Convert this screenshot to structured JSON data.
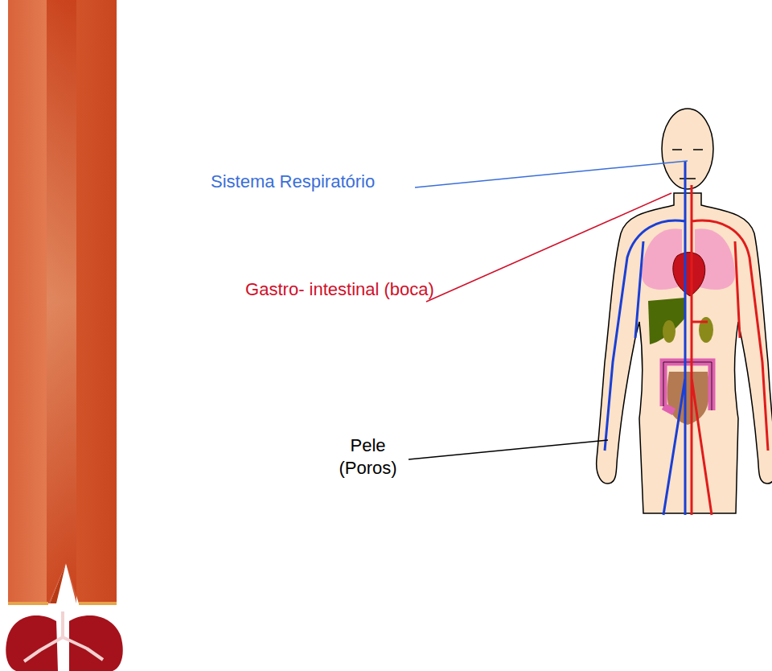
{
  "diagram": {
    "labels": [
      "Sistema Respiratório",
      "Gastro- intestinal (boca)",
      "Pele (Poros)"
    ]
  }
}
